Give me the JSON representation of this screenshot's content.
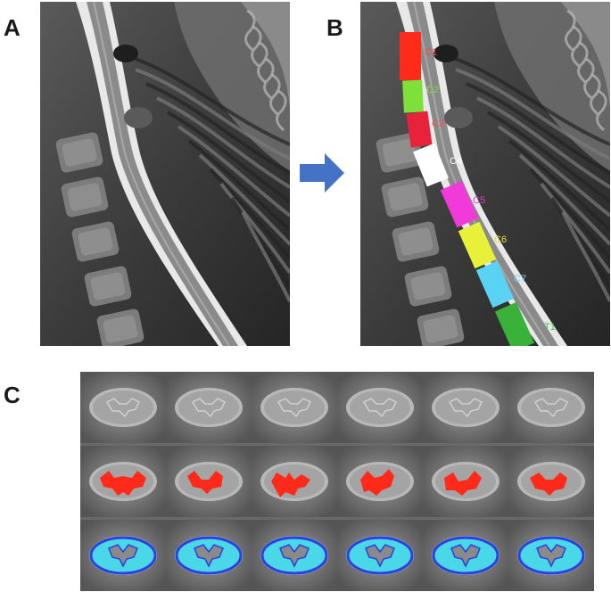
{
  "panels": {
    "a": {
      "label": "A"
    },
    "b": {
      "label": "B"
    },
    "c": {
      "label": "C"
    }
  },
  "vertebral_levels": [
    {
      "name": "C1",
      "color": "#ff2a1a"
    },
    {
      "name": "C2",
      "color": "#7fe03a"
    },
    {
      "name": "C3",
      "color": "#e8223a"
    },
    {
      "name": "C4",
      "color": "#ffffff"
    },
    {
      "name": "C5",
      "color": "#f23ad8"
    },
    {
      "name": "C6",
      "color": "#e8f03a"
    },
    {
      "name": "C7",
      "color": "#5ad2f4"
    },
    {
      "name": "T1",
      "color": "#3ab23a"
    }
  ],
  "label_colors": [
    "#ff4a3a",
    "#7fe03a",
    "#ff4a5a",
    "#ffffff",
    "#e03ad0",
    "#f0e03a",
    "#6ad2f4",
    "#4ac24a"
  ],
  "colors": {
    "arrow": "#4472c4",
    "gray_matter_mask": "#ff2a1a",
    "cord_fill": "#4ad8e8",
    "cord_outline": "#2a40e0"
  }
}
